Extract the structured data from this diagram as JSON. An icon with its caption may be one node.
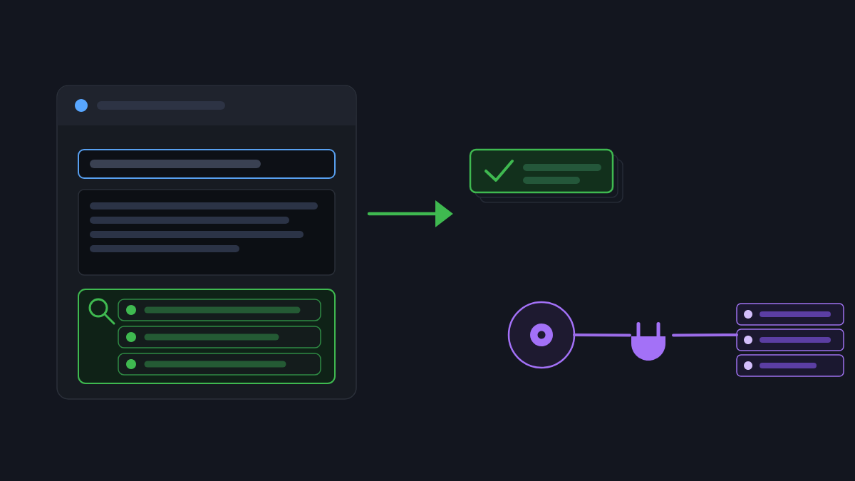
{
  "diagram": {
    "nodes": [
      {
        "text": [],
        "shape": "box"
      },
      {
        "text": [],
        "shape": "box",
        "in": 0
      },
      {
        "text": [],
        "shape": "box",
        "in": 0
      },
      {
        "text": [],
        "shape": "box",
        "in": 0
      },
      {
        "text": [],
        "shape": "box",
        "in": 3
      },
      {
        "text": [],
        "shape": "box",
        "in": 3
      },
      {
        "text": [],
        "shape": "box",
        "in": 3
      },
      {
        "text": [],
        "shape": "box"
      },
      {
        "text": [],
        "shape": "circle"
      },
      {
        "text": [],
        "shape": "plug"
      },
      {
        "text": [],
        "shape": "box"
      },
      {
        "text": [],
        "shape": "box"
      },
      {
        "text": [],
        "shape": "box"
      }
    ],
    "edges": [
      {
        "from": 0,
        "to": 7,
        "arrow": "to",
        "color": "#3fb950"
      },
      {
        "from": 8,
        "to": 9,
        "arrow": "none",
        "color": "#9b6ce8"
      },
      {
        "from": 9,
        "to": 11,
        "arrow": "none",
        "color": "#9b6ce8"
      }
    ]
  }
}
